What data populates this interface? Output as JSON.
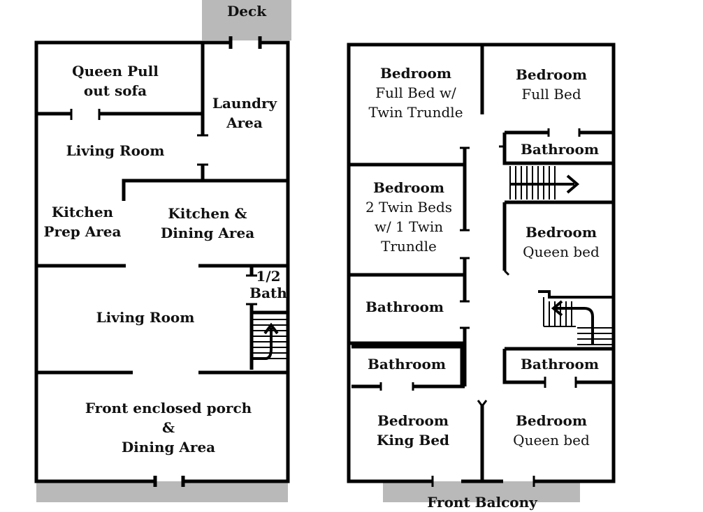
{
  "colors": {
    "wall": "#000000",
    "exterior_pad": "#b9b9b9",
    "background": "#ffffff"
  },
  "outdoor": {
    "deck": "Deck",
    "front_balcony": "Front Balcony"
  },
  "first_floor": {
    "queen_pull_out": [
      "Queen Pull",
      "out sofa"
    ],
    "laundry": [
      "Laundry",
      "Area"
    ],
    "living_room_upper": "Living Room",
    "kitchen_prep": [
      "Kitchen",
      "Prep Area"
    ],
    "kitchen_dining": [
      "Kitchen &",
      "Dining Area"
    ],
    "half_bath": [
      "1/2",
      "Bath"
    ],
    "living_room_lower": "Living Room",
    "front_porch": [
      "Front enclosed porch",
      "&",
      "Dining Area"
    ]
  },
  "second_floor": {
    "bedroom_full_trundle": [
      "Bedroom",
      "Full Bed w/",
      "Twin Trundle"
    ],
    "bedroom_full": [
      "Bedroom",
      "Full Bed"
    ],
    "bathroom_upper_right": "Bathroom",
    "bedroom_twin_trundle": [
      "Bedroom",
      "2 Twin Beds",
      "w/ 1 Twin",
      "Trundle"
    ],
    "bedroom_queen_right": [
      "Bedroom",
      "Queen bed"
    ],
    "bathroom_left_mid": "Bathroom",
    "bathroom_left_low": "Bathroom",
    "bathroom_right_low": "Bathroom",
    "bedroom_king": [
      "Bedroom",
      "King Bed"
    ],
    "bedroom_queen_bottom": [
      "Bedroom",
      "Queen bed"
    ]
  }
}
